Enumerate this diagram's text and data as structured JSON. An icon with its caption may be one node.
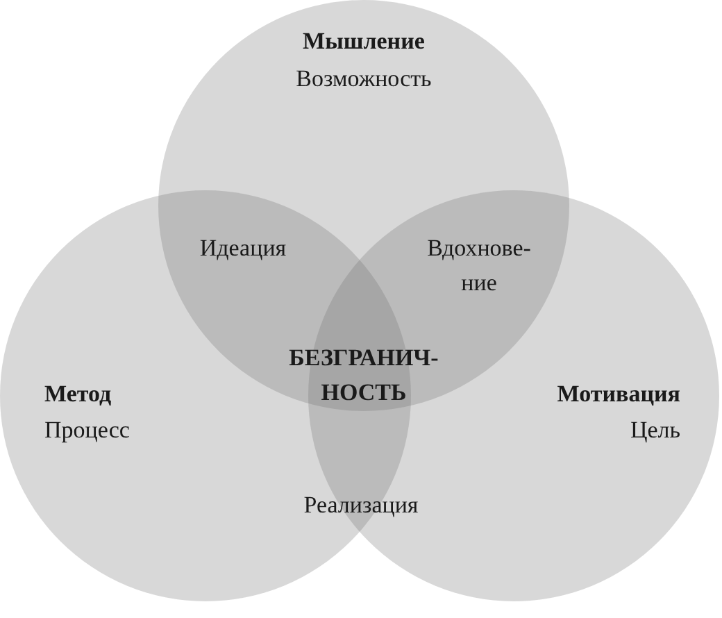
{
  "diagram": {
    "nodes": [
      {
        "text": [
          "Мышление",
          "Возможность"
        ]
      },
      {
        "text": [
          "Метод",
          "Процесс"
        ]
      },
      {
        "text": [
          "Мотивация",
          "Цель"
        ]
      }
    ],
    "labels": [
      "Идеация",
      "Вдохнове-ние",
      "БЕЗГРАНИЧ-НОСТЬ",
      "Реализация"
    ]
  }
}
